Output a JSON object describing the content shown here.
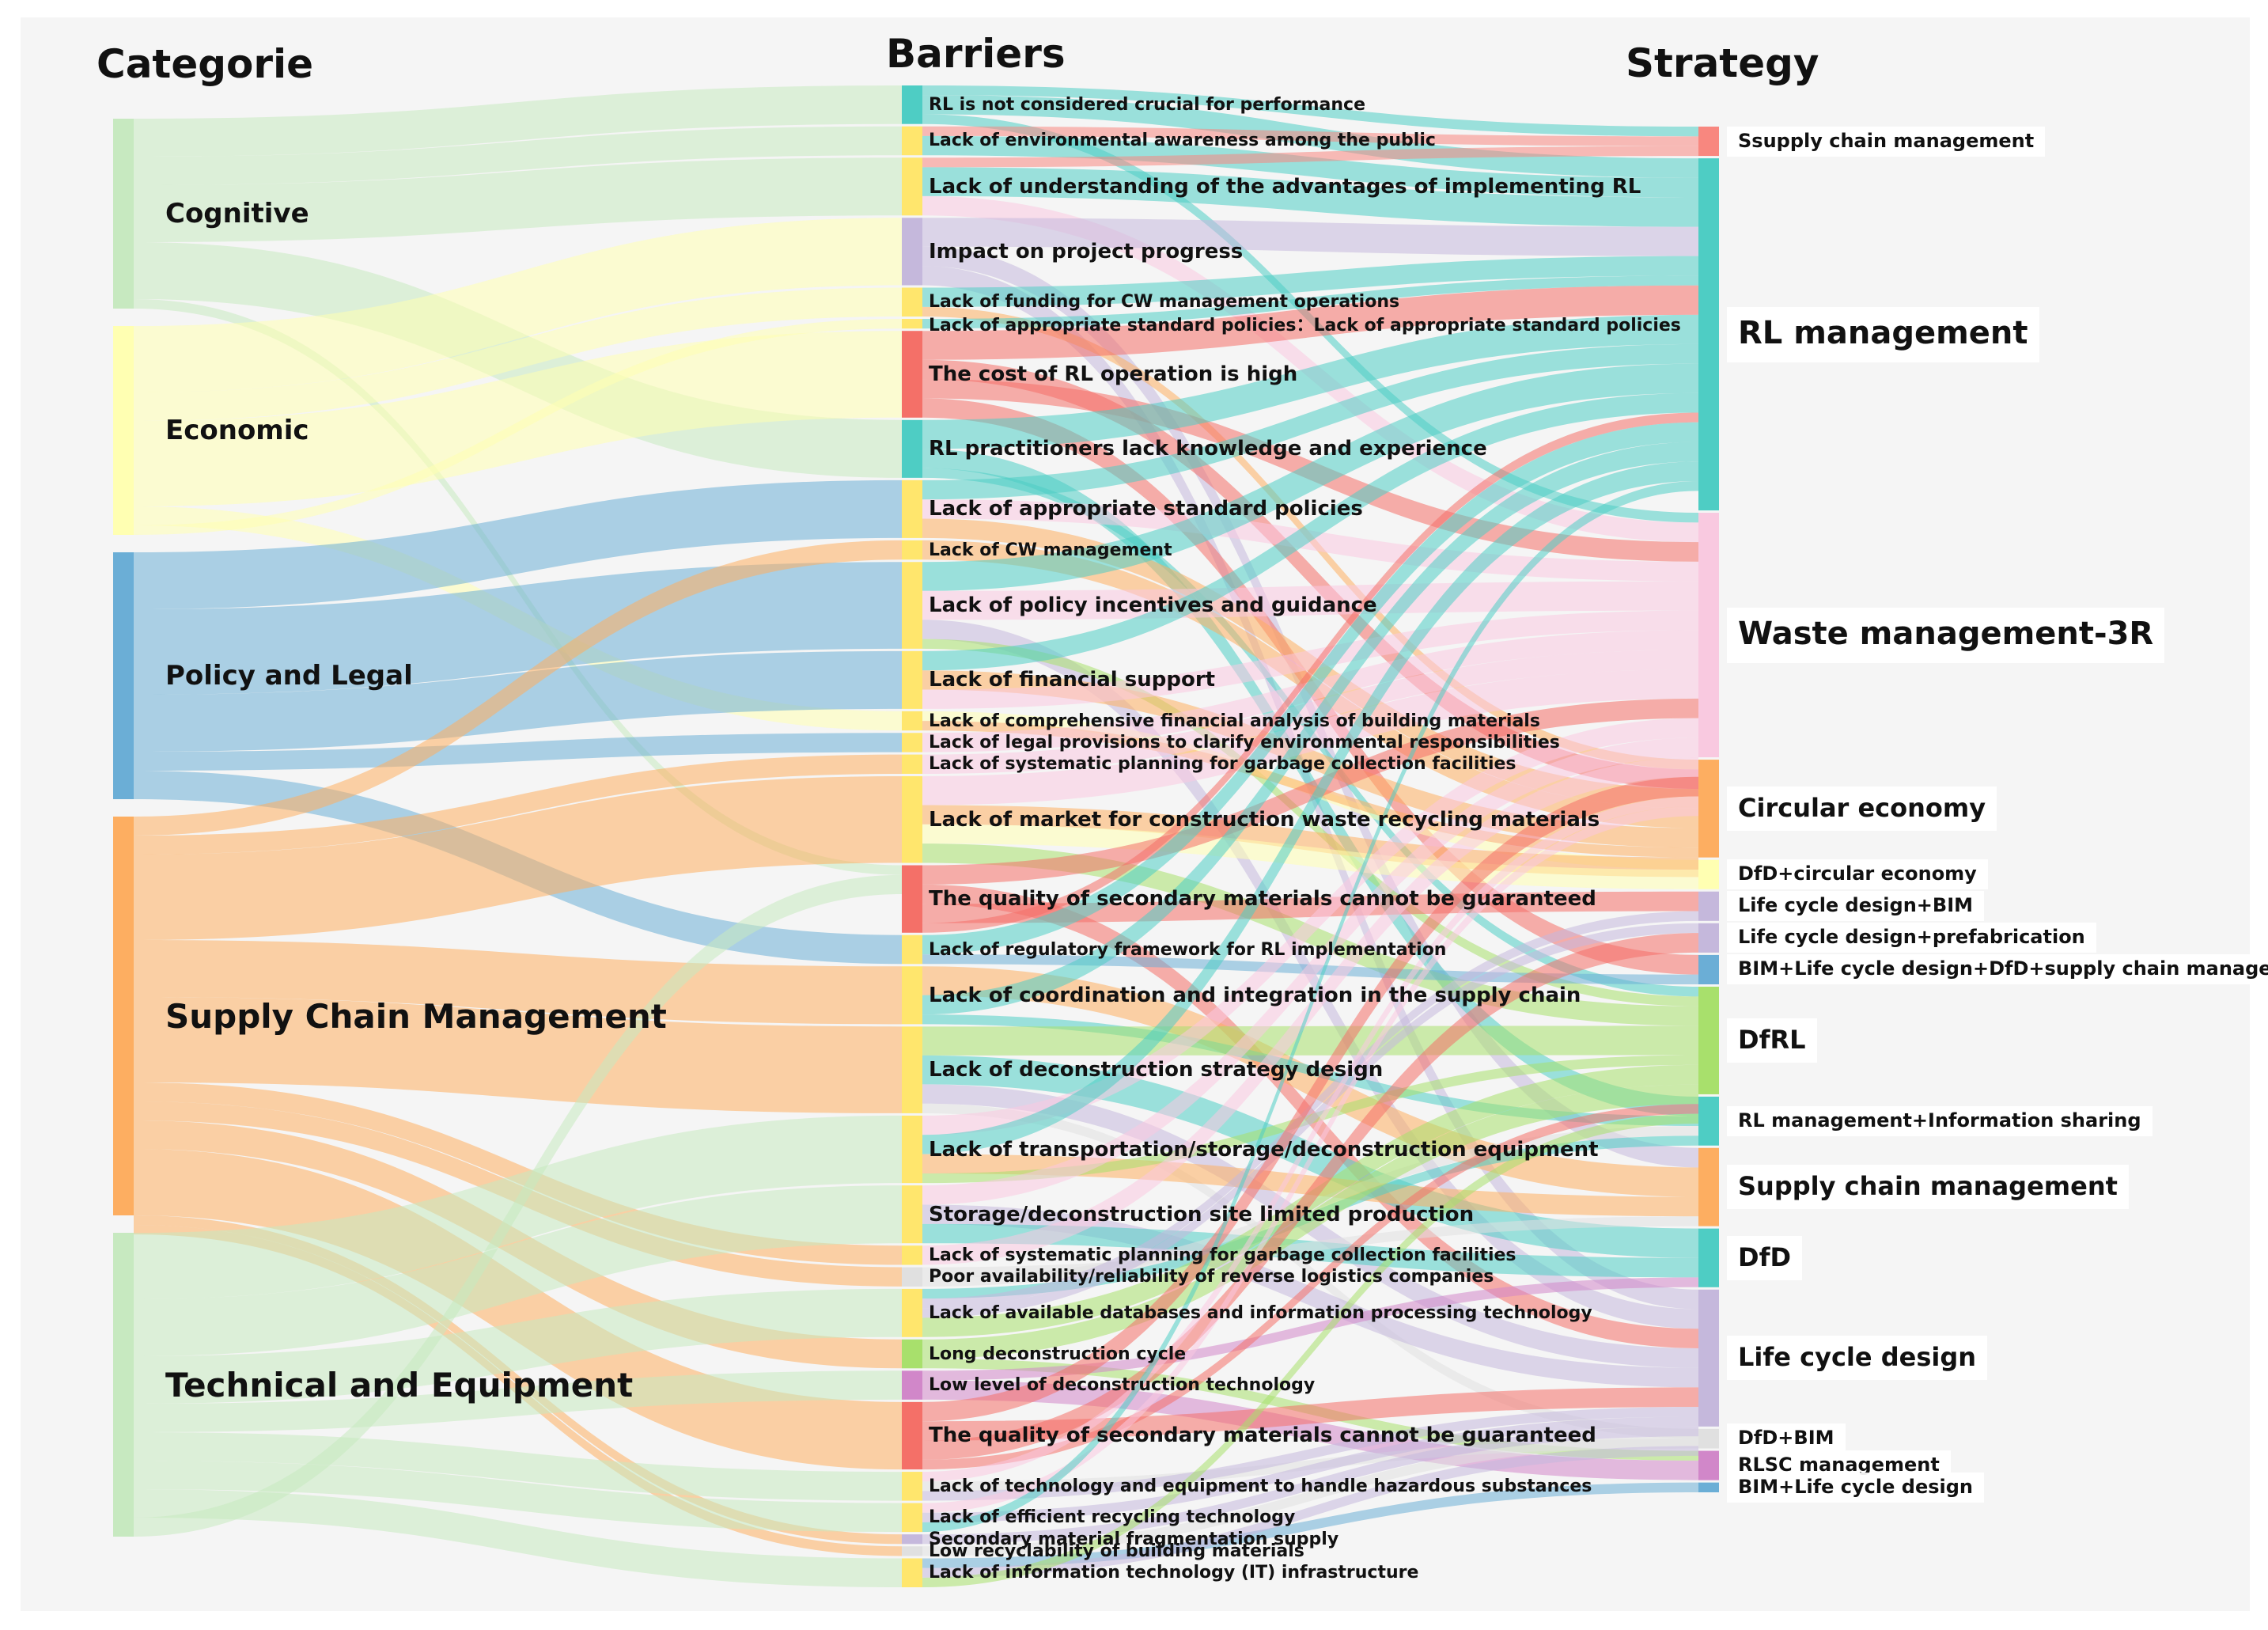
{
  "titles": {
    "left": "Categorie",
    "middle": "Barriers",
    "right": "Strategy"
  },
  "chart_data": {
    "type": "sankey",
    "categories": [
      {
        "label": "Cognitive",
        "color": "#c7e9c0",
        "value": 10
      },
      {
        "label": "Economic",
        "color": "#ffffb2",
        "value": 11
      },
      {
        "label": "Policy and Legal",
        "color": "#6baed6",
        "value": 13
      },
      {
        "label": "Supply Chain Management",
        "color": "#fdae61",
        "value": 21
      },
      {
        "label": "Technical and Equipment",
        "color": "#c7e9c0",
        "value": 16
      }
    ],
    "barriers": [
      {
        "label": "RL is not considered crucial for performance",
        "color": "#4ecdc4",
        "value": 2
      },
      {
        "label": "Lack of environmental awareness among the public",
        "color": "#ffe66d",
        "value": 1.5
      },
      {
        "label": "Lack of understanding of the advantages of implementing RL",
        "color": "#ffe66d",
        "value": 3
      },
      {
        "label": "Impact on project progress",
        "color": "#c5b8dc",
        "value": 3.5
      },
      {
        "label": "Lack of funding for CW management operations",
        "color": "#ffe66d",
        "value": 1.5
      },
      {
        "label": "Lack of appropriate standard policies：Lack of appropriate standard policies",
        "color": "#ffe66d",
        "value": 0.5
      },
      {
        "label": "The cost of RL operation is high",
        "color": "#f47068",
        "value": 4.5
      },
      {
        "label": "RL practitioners lack knowledge and experience",
        "color": "#4ecdc4",
        "value": 3
      },
      {
        "label": "Lack of appropriate standard policies",
        "color": "#ffe66d",
        "value": 3
      },
      {
        "label": "Lack of CW management",
        "color": "#ffe66d",
        "value": 1
      },
      {
        "label": "Lack of policy incentives and guidance",
        "color": "#ffe66d",
        "value": 4.5
      },
      {
        "label": "Lack of financial support",
        "color": "#ffe66d",
        "value": 3
      },
      {
        "label": "Lack of comprehensive financial analysis of building materials",
        "color": "#ffe66d",
        "value": 1
      },
      {
        "label": "Lack of legal provisions to clarify environmental responsibilities",
        "color": "#ffe66d",
        "value": 1
      },
      {
        "label": "Lack of systematic planning for garbage collection facilities",
        "color": "#ffe66d",
        "value": 1
      },
      {
        "label": "Lack of market for construction waste recycling materials",
        "color": "#ffe66d",
        "value": 4.5
      },
      {
        "label": "The quality of secondary materials cannot be guaranteed",
        "color": "#f47068",
        "value": 3.5
      },
      {
        "label": "Lack of regulatory framework for RL implementation",
        "color": "#ffe66d",
        "value": 1.5
      },
      {
        "label": "Lack of coordination and integration in the supply chain",
        "color": "#ffe66d",
        "value": 3
      },
      {
        "label": "Lack of deconstruction strategy design",
        "color": "#ffe66d",
        "value": 4.5
      },
      {
        "label": "Lack of transportation/storage/deconstruction equipment",
        "color": "#ffe66d",
        "value": 3.5
      },
      {
        "label": "Storage/deconstruction site limited production",
        "color": "#ffe66d",
        "value": 3
      },
      {
        "label": "Lack of systematic planning for garbage collection facilities",
        "color": "#ffe66d",
        "value": 1
      },
      {
        "label": "Poor availability/reliability of reverse logistics companies",
        "color": "#e0e0e0",
        "value": 1
      },
      {
        "label": "Lack of available databases and information processing technology",
        "color": "#ffe66d",
        "value": 2.5
      },
      {
        "label": "Long deconstruction cycle",
        "color": "#a8e06c",
        "value": 1.5
      },
      {
        "label": "Low level of deconstruction technology",
        "color": "#d187c9",
        "value": 1.5
      },
      {
        "label": "The quality of secondary materials cannot be guaranteed",
        "color": "#f47068",
        "value": 3.5
      },
      {
        "label": "Lack of technology and equipment to handle hazardous substances",
        "color": "#ffe66d",
        "value": 1.5
      },
      {
        "label": "Lack of efficient recycling technology",
        "color": "#ffe66d",
        "value": 1.5
      },
      {
        "label": "Secondary material fragmentation supply",
        "color": "#c5b8dc",
        "value": 0.5
      },
      {
        "label": "Low recyclability of building materials",
        "color": "#e0e0e0",
        "value": 0.5
      },
      {
        "label": "Lack of information technology (IT) infrastructure",
        "color": "#ffe66d",
        "value": 1.5
      }
    ],
    "strategies": [
      {
        "label": "Ssupply chain management",
        "color": "#f8877f",
        "value": 1.5
      },
      {
        "label": "RL management",
        "color": "#4ecdc4",
        "value": 18
      },
      {
        "label": "Waste management-3R",
        "color": "#f9c9e0",
        "value": 12.5
      },
      {
        "label": "Circular economy",
        "color": "#fdae61",
        "value": 5
      },
      {
        "label": "DfD+circular economy",
        "color": "#ffffb2",
        "value": 1.5
      },
      {
        "label": "Life cycle design+BIM",
        "color": "#c5b8dc",
        "value": 1.5
      },
      {
        "label": "Life cycle design+prefabrication",
        "color": "#c5b8dc",
        "value": 1.5
      },
      {
        "label": "BIM+Life cycle design+DfD+supply chain management",
        "color": "#6baed6",
        "value": 1.5
      },
      {
        "label": "DfRL",
        "color": "#a8e06c",
        "value": 5.5
      },
      {
        "label": "RL management+Information sharing",
        "color": "#4ecdc4",
        "value": 2.5
      },
      {
        "label": "Supply chain management",
        "color": "#fdae61",
        "value": 4
      },
      {
        "label": "DfD",
        "color": "#4ecdc4",
        "value": 3
      },
      {
        "label": "Life cycle design",
        "color": "#c5b8dc",
        "value": 7
      },
      {
        "label": "DfD+BIM",
        "color": "#e0e0e0",
        "value": 1
      },
      {
        "label": "RLSC management",
        "color": "#d187c9",
        "value": 1.5
      },
      {
        "label": "BIM+Life cycle design",
        "color": "#6baed6",
        "value": 0.5
      }
    ],
    "links_category_barrier": [
      [
        0,
        0,
        2
      ],
      [
        0,
        1,
        1.5
      ],
      [
        0,
        2,
        3
      ],
      [
        0,
        7,
        3
      ],
      [
        0,
        16,
        0.5
      ],
      [
        1,
        3,
        3.5
      ],
      [
        1,
        4,
        1.5
      ],
      [
        1,
        6,
        4.5
      ],
      [
        1,
        12,
        1
      ],
      [
        1,
        5,
        0.5
      ],
      [
        2,
        8,
        3
      ],
      [
        2,
        10,
        4.5
      ],
      [
        2,
        11,
        3
      ],
      [
        2,
        13,
        1
      ],
      [
        2,
        17,
        1.5
      ],
      [
        3,
        9,
        1
      ],
      [
        3,
        14,
        1
      ],
      [
        3,
        15,
        4.5
      ],
      [
        3,
        18,
        3
      ],
      [
        3,
        19,
        4.5
      ],
      [
        3,
        22,
        1
      ],
      [
        3,
        23,
        1
      ],
      [
        3,
        25,
        1.5
      ],
      [
        3,
        27,
        3.5
      ],
      [
        3,
        30,
        0.5
      ],
      [
        3,
        31,
        0.5
      ],
      [
        4,
        20,
        3.5
      ],
      [
        4,
        21,
        3
      ],
      [
        4,
        24,
        2.5
      ],
      [
        4,
        26,
        1.5
      ],
      [
        4,
        28,
        1.5
      ],
      [
        4,
        29,
        1.5
      ],
      [
        4,
        32,
        1.5
      ],
      [
        4,
        16,
        1
      ]
    ],
    "links_barrier_strategy": [
      [
        0,
        0,
        0.5
      ],
      [
        0,
        1,
        1
      ],
      [
        0,
        2,
        0.5
      ],
      [
        1,
        0,
        0.5
      ],
      [
        1,
        1,
        1
      ],
      [
        2,
        0,
        0.5
      ],
      [
        2,
        1,
        1.5
      ],
      [
        2,
        2,
        1
      ],
      [
        3,
        1,
        1.5
      ],
      [
        3,
        10,
        1
      ],
      [
        3,
        12,
        1
      ],
      [
        4,
        1,
        1
      ],
      [
        4,
        3,
        0.5
      ],
      [
        5,
        1,
        0.5
      ],
      [
        6,
        0,
        0
      ],
      [
        6,
        1,
        1.5
      ],
      [
        6,
        3,
        1
      ],
      [
        6,
        2,
        1
      ],
      [
        6,
        7,
        1
      ],
      [
        7,
        1,
        1.5
      ],
      [
        7,
        9,
        1
      ],
      [
        7,
        8,
        0.5
      ],
      [
        8,
        1,
        1
      ],
      [
        8,
        2,
        1
      ],
      [
        8,
        3,
        1
      ],
      [
        9,
        3,
        1
      ],
      [
        10,
        1,
        1.5
      ],
      [
        10,
        2,
        1.5
      ],
      [
        10,
        12,
        1
      ],
      [
        10,
        8,
        0.5
      ],
      [
        11,
        1,
        1
      ],
      [
        11,
        3,
        1
      ],
      [
        11,
        2,
        1
      ],
      [
        12,
        4,
        0.5
      ],
      [
        12,
        3,
        0.5
      ],
      [
        13,
        2,
        1
      ],
      [
        14,
        2,
        1
      ],
      [
        15,
        2,
        1.5
      ],
      [
        15,
        3,
        1
      ],
      [
        15,
        4,
        1
      ],
      [
        15,
        8,
        1
      ],
      [
        16,
        2,
        1
      ],
      [
        16,
        12,
        1
      ],
      [
        16,
        5,
        1
      ],
      [
        16,
        1,
        0.5
      ],
      [
        17,
        1,
        1
      ],
      [
        17,
        7,
        0.5
      ],
      [
        18,
        10,
        1.5
      ],
      [
        18,
        1,
        1
      ],
      [
        18,
        9,
        0.5
      ],
      [
        19,
        8,
        1.5
      ],
      [
        19,
        11,
        1.5
      ],
      [
        19,
        12,
        1
      ],
      [
        19,
        13,
        0.5
      ],
      [
        20,
        2,
        1
      ],
      [
        20,
        1,
        1
      ],
      [
        20,
        10,
        1
      ],
      [
        20,
        8,
        0.5
      ],
      [
        21,
        2,
        1
      ],
      [
        21,
        12,
        1
      ],
      [
        21,
        11,
        1
      ],
      [
        22,
        2,
        1
      ],
      [
        23,
        10,
        0.5
      ],
      [
        23,
        9,
        0.5
      ],
      [
        24,
        9,
        0.5
      ],
      [
        24,
        5,
        0.5
      ],
      [
        24,
        6,
        0.5
      ],
      [
        24,
        8,
        1
      ],
      [
        25,
        8,
        1
      ],
      [
        25,
        14,
        0.5
      ],
      [
        26,
        11,
        0.5
      ],
      [
        26,
        14,
        1
      ],
      [
        27,
        2,
        1
      ],
      [
        27,
        12,
        1
      ],
      [
        27,
        6,
        1
      ],
      [
        27,
        8,
        0.5
      ],
      [
        28,
        2,
        0.5
      ],
      [
        28,
        13,
        0.5
      ],
      [
        28,
        12,
        0.5
      ],
      [
        29,
        2,
        0.5
      ],
      [
        29,
        12,
        0.5
      ],
      [
        29,
        1,
        0.5
      ],
      [
        30,
        12,
        0.5
      ],
      [
        31,
        12,
        0.5
      ],
      [
        32,
        15,
        0.5
      ],
      [
        32,
        12,
        0.5
      ],
      [
        32,
        8,
        0.5
      ]
    ]
  }
}
